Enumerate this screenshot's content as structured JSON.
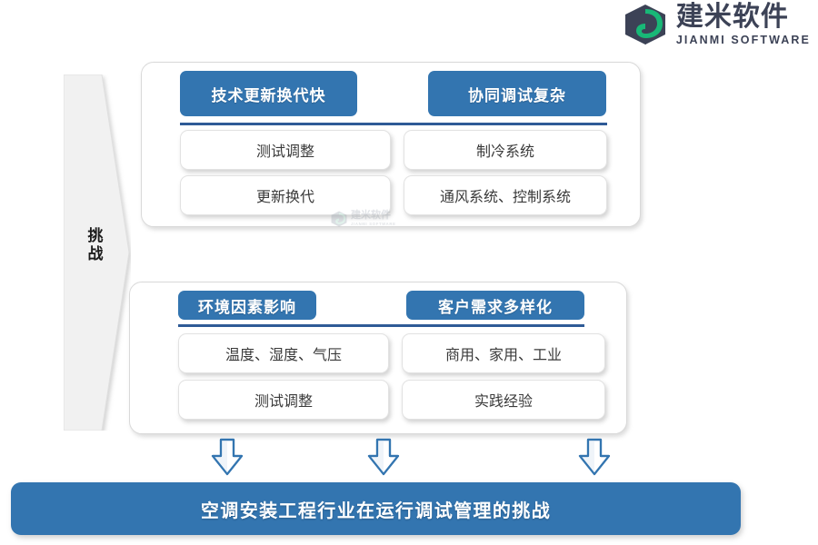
{
  "brand": {
    "name_cn": "建米软件",
    "name_en": "JIANMI SOFTWARE",
    "logo_icon": "jianmi-hexagon-leaf-icon",
    "text_color": "#3c4256",
    "leaf_color": "#18b877"
  },
  "left_axis": {
    "label": "挑\n战",
    "label_chars": [
      "挑",
      "战"
    ],
    "shape": "right-pointing-chevron",
    "fill": "#f1f1f1"
  },
  "theme": {
    "accent_blue": "#3375b0",
    "divider_navy": "#2e5a96",
    "card_border": "#d9d9d9",
    "item_text": "#3a3a3a"
  },
  "cards": [
    {
      "id": "card-top",
      "columns": [
        {
          "header": "技术更新换代快",
          "items": [
            "测试调整",
            "更新换代"
          ]
        },
        {
          "header": "协同调试复杂",
          "items": [
            "制冷系统",
            "通风系统、控制系统"
          ]
        }
      ]
    },
    {
      "id": "card-bottom",
      "columns": [
        {
          "header": "环境因素影响",
          "items": [
            "温度、湿度、气压",
            "测试调整"
          ]
        },
        {
          "header": "客户需求多样化",
          "items": [
            "商用、家用、工业",
            "实践经验"
          ]
        }
      ]
    }
  ],
  "arrows": {
    "icon": "arrow-down-icon",
    "count": 3,
    "outline_color": "#3375b0",
    "fill_color": "#ffffff"
  },
  "banner": {
    "text": "空调安装工程行业在运行调试管理的挑战",
    "background": "#3375b0",
    "text_color": "#ffffff"
  },
  "watermark": {
    "name_cn": "建米软件",
    "name_en": "JIANMI SOFTWARE"
  }
}
